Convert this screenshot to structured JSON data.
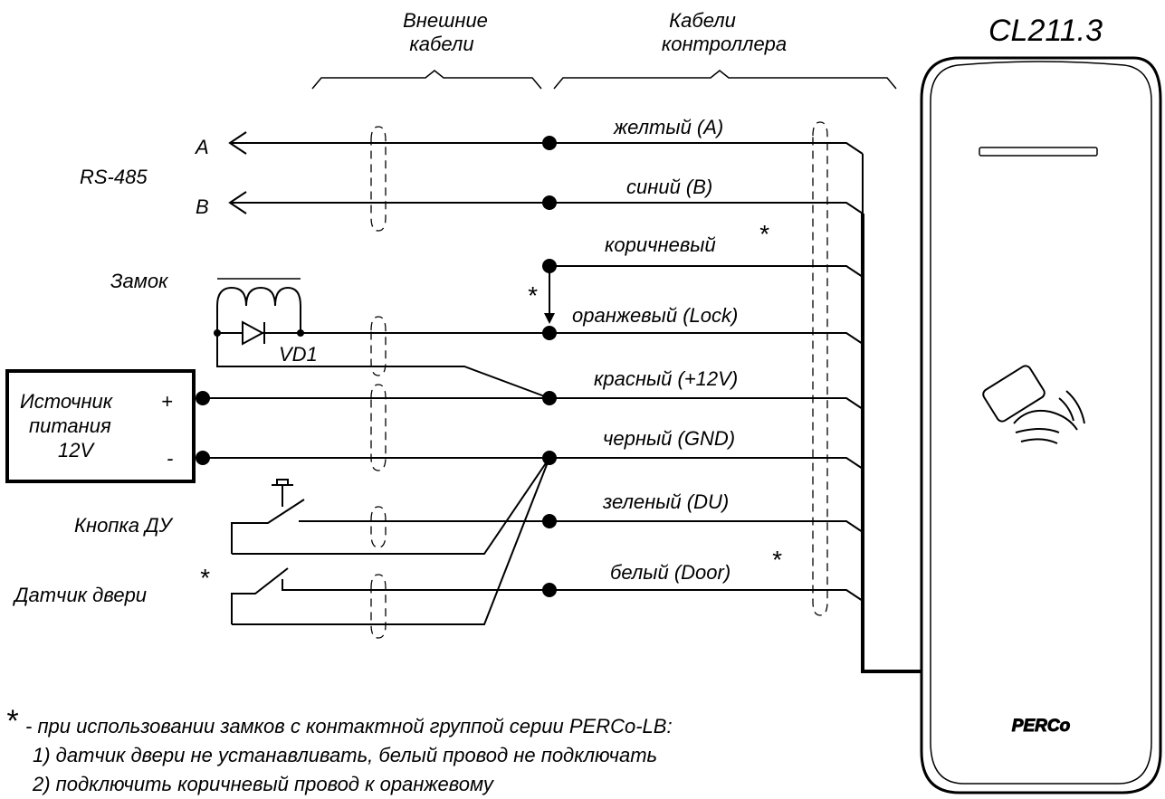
{
  "device": {
    "model": "CL211.3",
    "brand": "PERCo"
  },
  "headers": {
    "external_cables": [
      "Внешние",
      "кабели"
    ],
    "controller_cables": [
      "Кабели",
      "контроллера"
    ]
  },
  "left_labels": {
    "rs485": "RS-485",
    "terminal_a": "A",
    "terminal_b": "B",
    "lock": "Замок",
    "diode": "VD1",
    "power_supply": [
      "Источник",
      "питания",
      "12V"
    ],
    "plus": "+",
    "minus": "-",
    "remote_button": "Кнопка ДУ",
    "door_sensor": "Датчик двери"
  },
  "wires": [
    "желтый (A)",
    "синий (B)",
    "коричневый",
    "оранжевый (Lock)",
    "красный (+12V)",
    "черный (GND)",
    "зеленый (DU)",
    "белый (Door)"
  ],
  "star": "*",
  "footnote": {
    "main": "- при использовании замков с контактной группой серии PERCo-LB:",
    "item1": "1) датчик двери не устанавливать, белый провод не подключать",
    "item2": "2) подключить коричневый провод к оранжевому"
  }
}
